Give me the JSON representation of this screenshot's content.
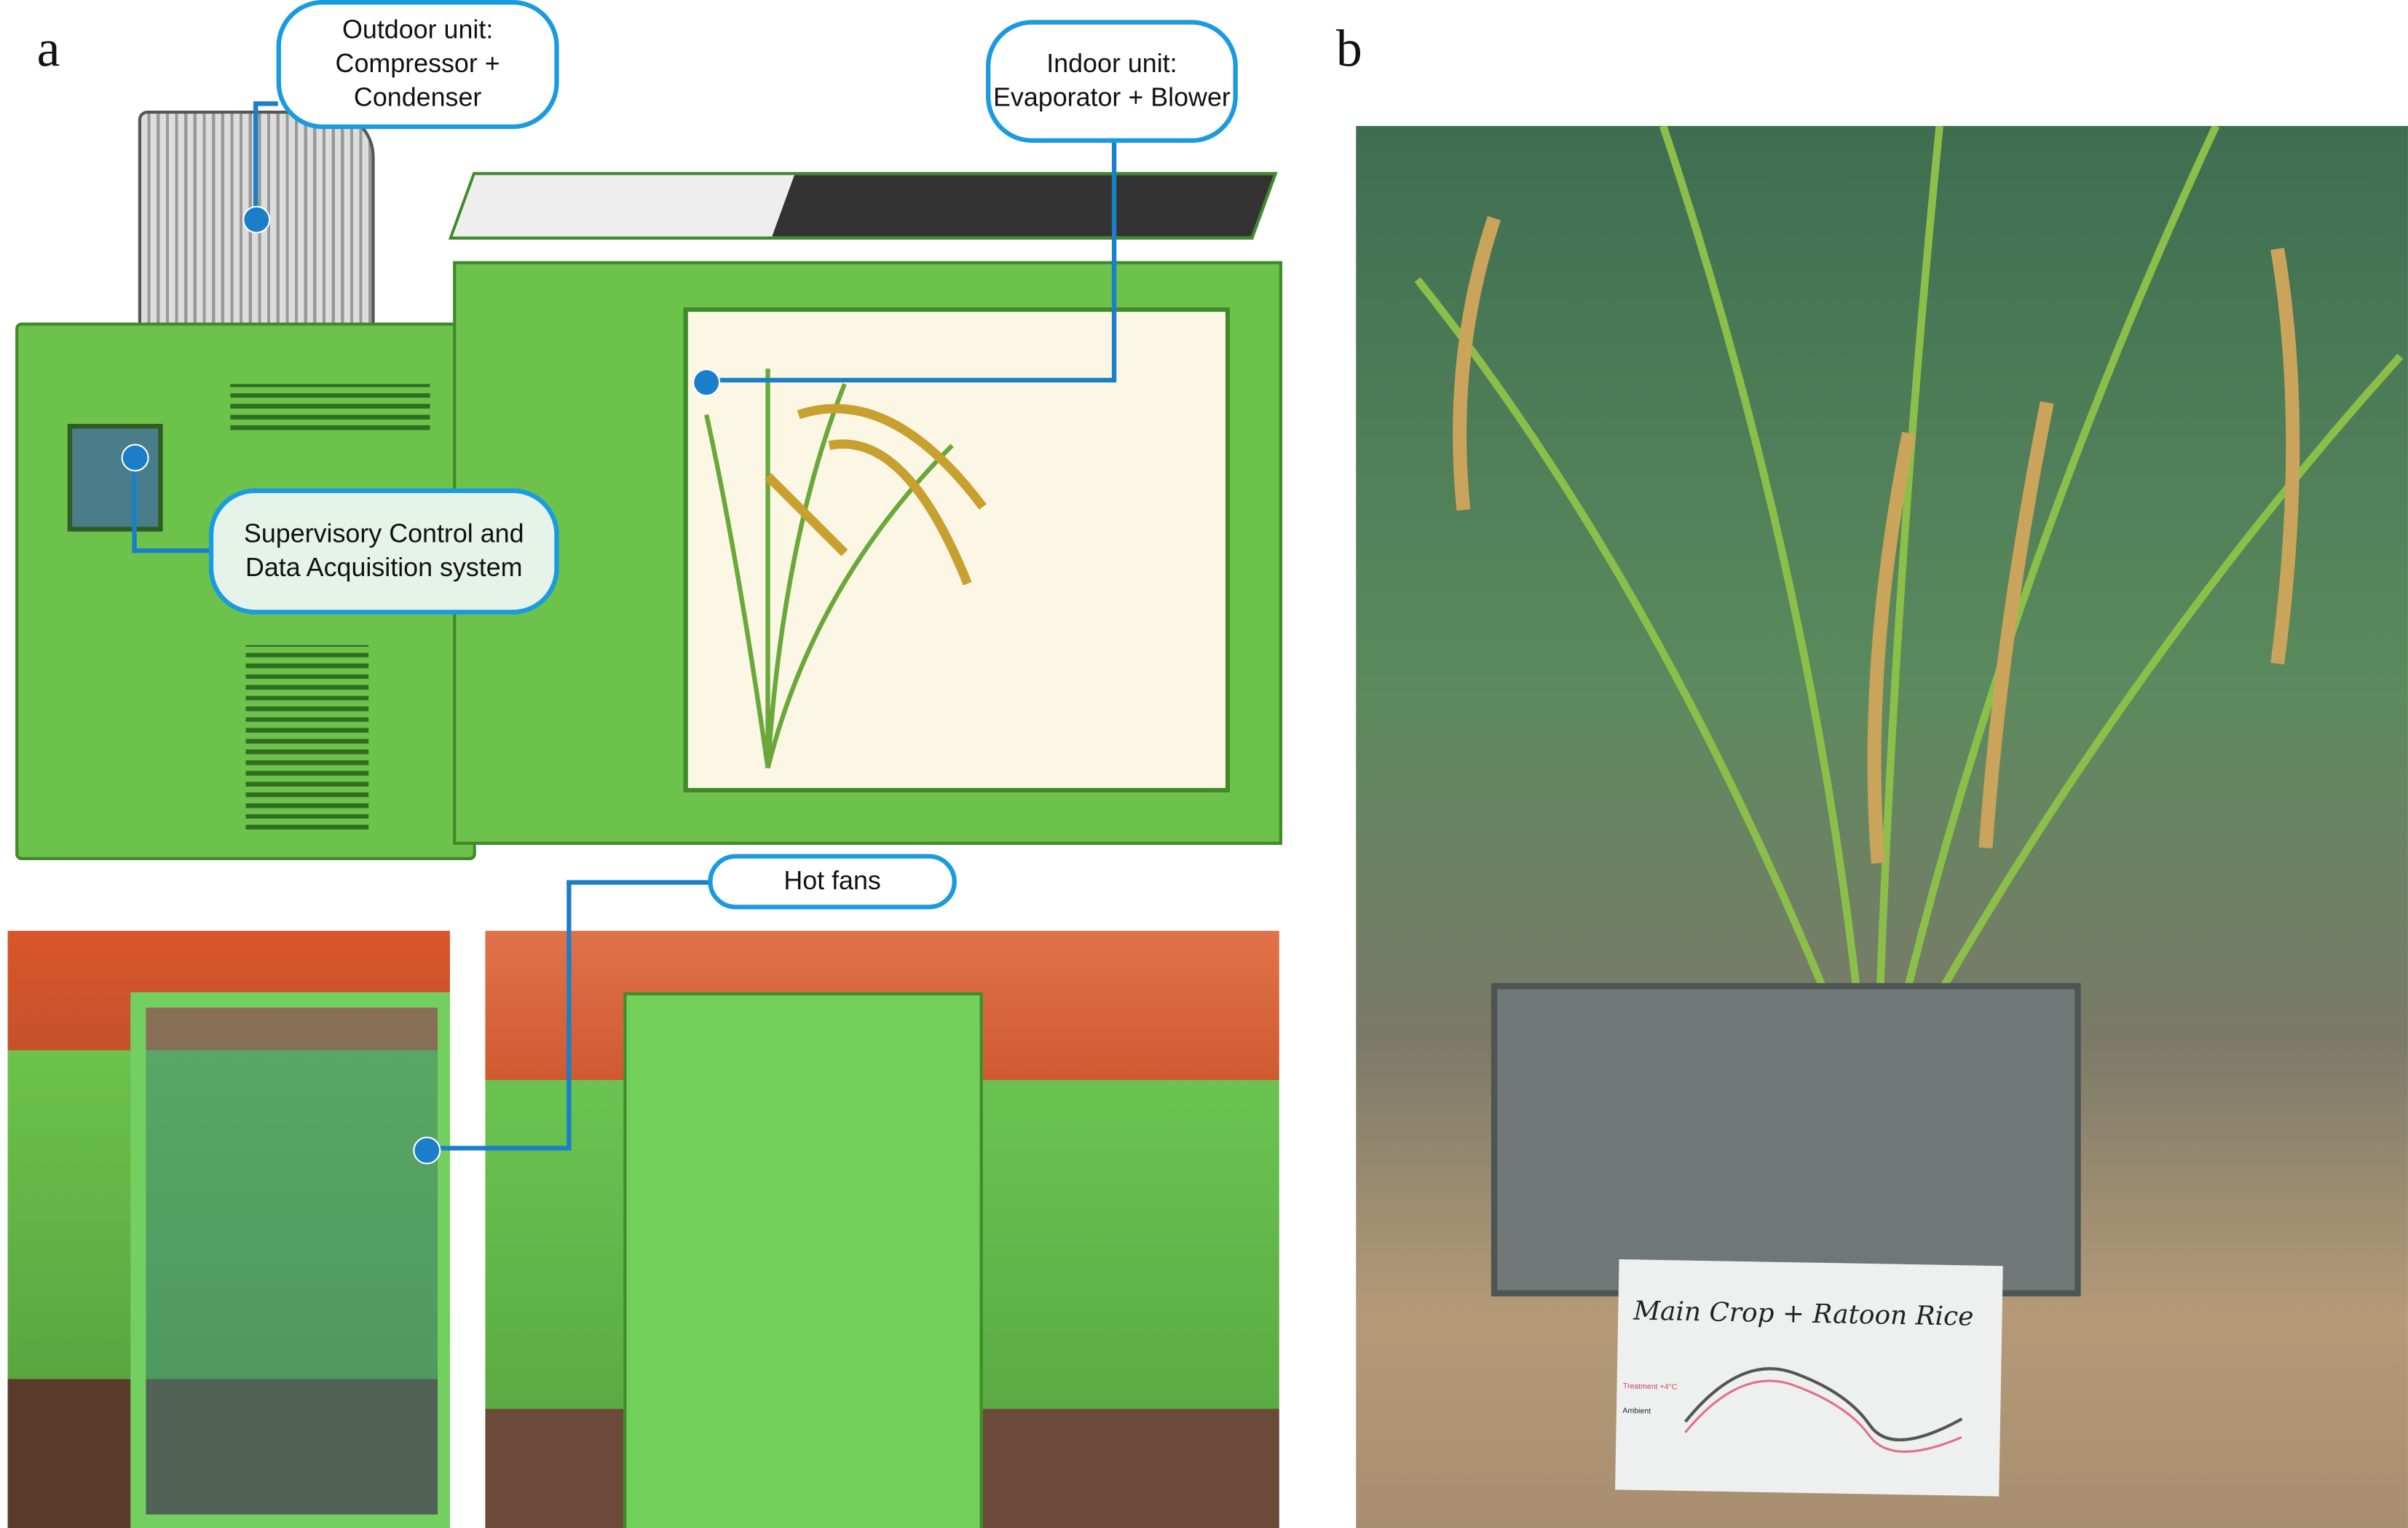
{
  "figure": {
    "panel_a_label": "a",
    "panel_b_label": "b",
    "callouts": {
      "outdoor_unit": "Outdoor unit: Compressor + Condenser",
      "indoor_unit": "Indoor unit: Evaporator + Blower",
      "scada": "Supervisory Control and Data Acquisition system",
      "hot_fans": "Hot fans"
    },
    "sign": {
      "title": "Main Crop + Ratoon Rice",
      "treatment_label": "Treatment +4°C",
      "ambient_label": "Ambient"
    },
    "colors": {
      "accent": "#1a9be0",
      "chamber_green": "#6cc24a"
    }
  }
}
